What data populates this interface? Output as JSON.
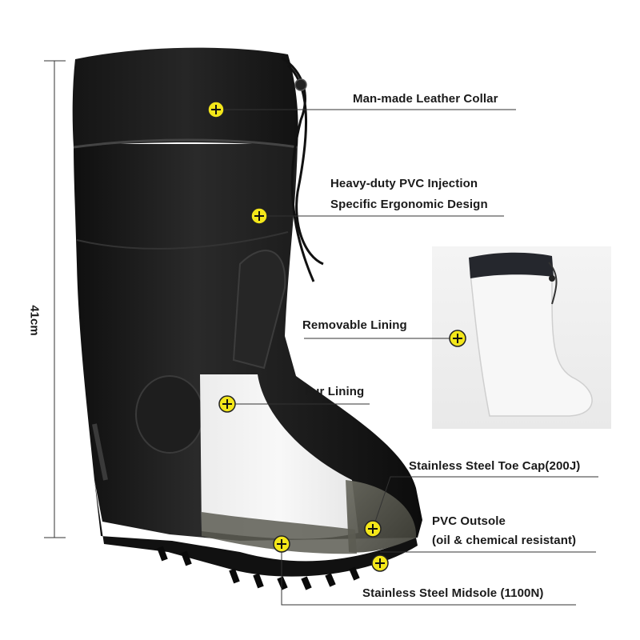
{
  "dimension": {
    "height_label": "41cm"
  },
  "features": {
    "collar": "Man-made Leather Collar",
    "pvc_injection": "Heavy-duty PVC Injection",
    "ergonomic": "Specific Ergonomic Design",
    "removable_lining": "Removable Lining",
    "fur_lining": "Fur Lining",
    "toe_cap": "Stainless Steel Toe Cap(200J)",
    "outsole": "PVC Outsole",
    "outsole_note": "(oil & chemical resistant)",
    "midsole": "Stainless Steel Midsole (1100N)"
  },
  "colors": {
    "boot": "#1c1c1c",
    "marker": "#f3e61a",
    "lining": "#f2f2f2",
    "toe_cap": "#5a5a50"
  }
}
